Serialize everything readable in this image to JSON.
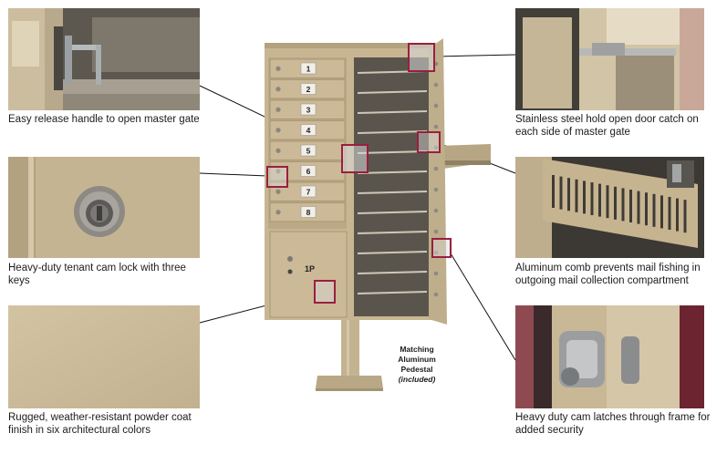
{
  "captions": {
    "top_left": "Easy release handle to open master gate",
    "mid_left": "Heavy-duty tenant cam lock with three keys",
    "bottom_left": "Rugged, weather-resistant powder coat finish in six architectural colors",
    "top_right": "Stainless steel hold open door catch on each side of master gate",
    "mid_right": "Aluminum comb prevents mail fishing in outgoing mail collection compartment",
    "bottom_right": "Heavy duty cam latches through frame for added security"
  },
  "pedestal": {
    "line1": "Matching",
    "line2": "Aluminum",
    "line3": "Pedestal",
    "line4": "(included)"
  },
  "compartments": [
    "1",
    "2",
    "3",
    "4",
    "5",
    "6",
    "7",
    "8"
  ],
  "parcel_label": "1P",
  "colors": {
    "finish": "#c8b693",
    "highlight": "#9a1f3f",
    "interior": "#5a554c"
  }
}
